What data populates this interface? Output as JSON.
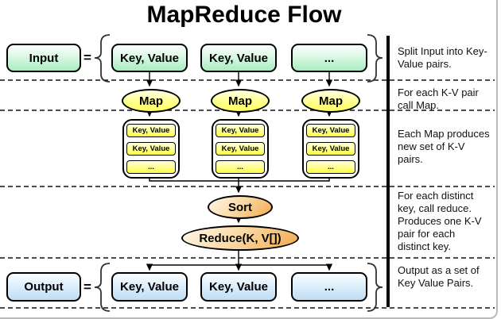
{
  "title": "MapReduce Flow",
  "input_section": {
    "label": "Input",
    "equals": "=",
    "items": [
      "Key, Value",
      "Key, Value",
      "..."
    ]
  },
  "map_section": {
    "columns": [
      {
        "node": "Map",
        "outputs": [
          "Key, Value",
          "Key, Value",
          "..."
        ]
      },
      {
        "node": "Map",
        "outputs": [
          "Key, Value",
          "Key, Value",
          "..."
        ]
      },
      {
        "node": "Map",
        "outputs": [
          "Key, Value",
          "Key, Value",
          "..."
        ]
      }
    ]
  },
  "reduce_section": {
    "sort_label": "Sort",
    "reduce_label": "Reduce(K, V[])"
  },
  "output_section": {
    "label": "Output",
    "equals": "=",
    "items": [
      "Key, Value",
      "Key, Value",
      "..."
    ]
  },
  "annotations": {
    "split": "Split Input into Key-Value pairs.",
    "map": "For each K-V pair call Map.",
    "map_output": "Each Map produces new set of K-V pairs.",
    "reduce": "For each distinct key, call reduce. Produces one K-V pair for each distinct key.",
    "output": "Output as a set of Key Value Pairs."
  },
  "colors": {
    "green_fill": "#a9ecc2",
    "yellow_fill": "#ffff5e",
    "orange_fill": "#f1a94f",
    "blue_fill": "#c0ddf4",
    "frame_gray": "#b9b9b9"
  }
}
